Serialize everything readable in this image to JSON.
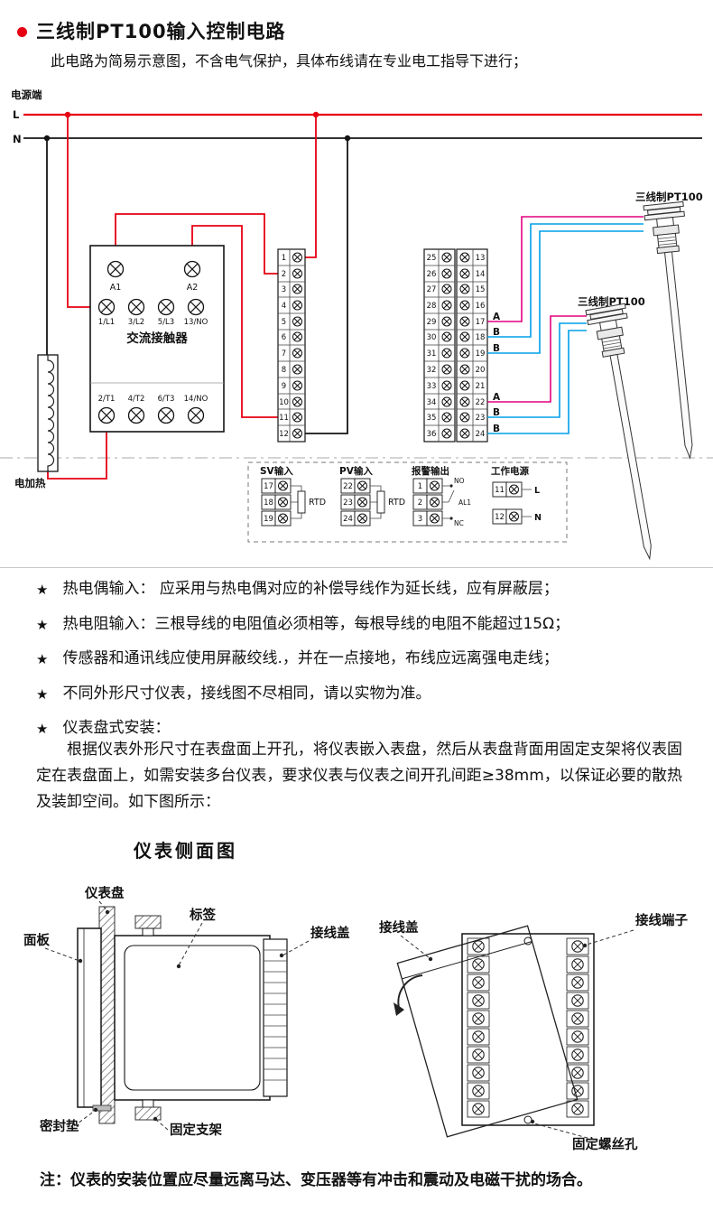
{
  "colors": {
    "accent_red": "#e60012",
    "wire_red": "#e60012",
    "wire_pink": "#e4007f",
    "wire_blue": "#00a0e9",
    "line_black": "#141414"
  },
  "header": {
    "title": "三线制PT100输入控制电路",
    "subtitle": "此电路为简易示意图，不含电气保护，具体布线请在专业电工指导下进行；"
  },
  "wiring": {
    "power_label": "电源端",
    "line_l": "L",
    "line_n": "N",
    "heater_label": "电加热",
    "contactor": {
      "name": "交流接触器",
      "coil_terminals": [
        "A1",
        "A2"
      ],
      "top_terminals": [
        "1/L1",
        "3/L2",
        "5/L3",
        "13/NO"
      ],
      "bottom_terminals": [
        "2/T1",
        "4/T2",
        "6/T3",
        "14/NO"
      ]
    },
    "strip_left": [
      "1",
      "2",
      "3",
      "4",
      "5",
      "6",
      "7",
      "8",
      "9",
      "10",
      "11",
      "12"
    ],
    "block_mid": [
      "25",
      "26",
      "27",
      "28",
      "29",
      "30",
      "31",
      "32",
      "33",
      "34",
      "35",
      "36"
    ],
    "block_right": [
      "13",
      "14",
      "15",
      "16",
      "17",
      "18",
      "19",
      "20",
      "21",
      "22",
      "23",
      "24"
    ],
    "sensor_wire_labels": [
      "A",
      "B",
      "B",
      "A",
      "B",
      "B"
    ],
    "sensor1_label": "三线制PT100",
    "sensor2_label": "三线制PT100",
    "detail": {
      "sv": {
        "title": "SV输入",
        "terminals": [
          "17",
          "18",
          "19"
        ],
        "symbol": "RTD"
      },
      "pv": {
        "title": "PV输入",
        "terminals": [
          "22",
          "23",
          "24"
        ],
        "symbol": "RTD"
      },
      "alarm": {
        "title": "报警输出",
        "terminals": [
          "1",
          "2",
          "3"
        ],
        "contacts": [
          "NO",
          "AL1",
          "NC"
        ]
      },
      "power": {
        "title": "工作电源",
        "terminals": [
          "11",
          "12"
        ],
        "lines": [
          "L",
          "N"
        ]
      }
    }
  },
  "notes": {
    "bullet": "★",
    "items": [
      "热电偶输入： 应采用与热电偶对应的补偿导线作为延长线，应有屏蔽层；",
      "热电阻输入：三根导线的电阻值必须相等，每根导线的电阻不能超过15Ω；",
      "传感器和通讯线应使用屏蔽绞线.，并在一点接地，布线应远离强电走线；",
      "不同外形尺寸仪表，接线图不尽相同，请以实物为准。",
      "仪表盘式安装："
    ]
  },
  "install_paragraph": "根据仪表外形尺寸在表盘面上开孔，将仪表嵌入表盘，然后从表盘背面用固定支架将仪表固定在表盘面上，如需安装多台仪表，要求仪表与仪表之间开孔间距≥38mm，以保证必要的散热及装卸空间。如下图所示：",
  "side_view": {
    "title": "仪表侧面图",
    "labels": {
      "panel_board": "仪表盘",
      "front_panel": "面板",
      "tag": "标签",
      "wire_cover_left": "接线盖",
      "wire_cover_right": "接线盖",
      "terminal": "接线端子",
      "gasket": "密封垫",
      "bracket": "固定支架",
      "screw_hole": "固定螺丝孔"
    }
  },
  "footer_note": "注：仪表的安装位置应尽量远离马达、变压器等有冲击和震动及电磁干扰的场合。"
}
